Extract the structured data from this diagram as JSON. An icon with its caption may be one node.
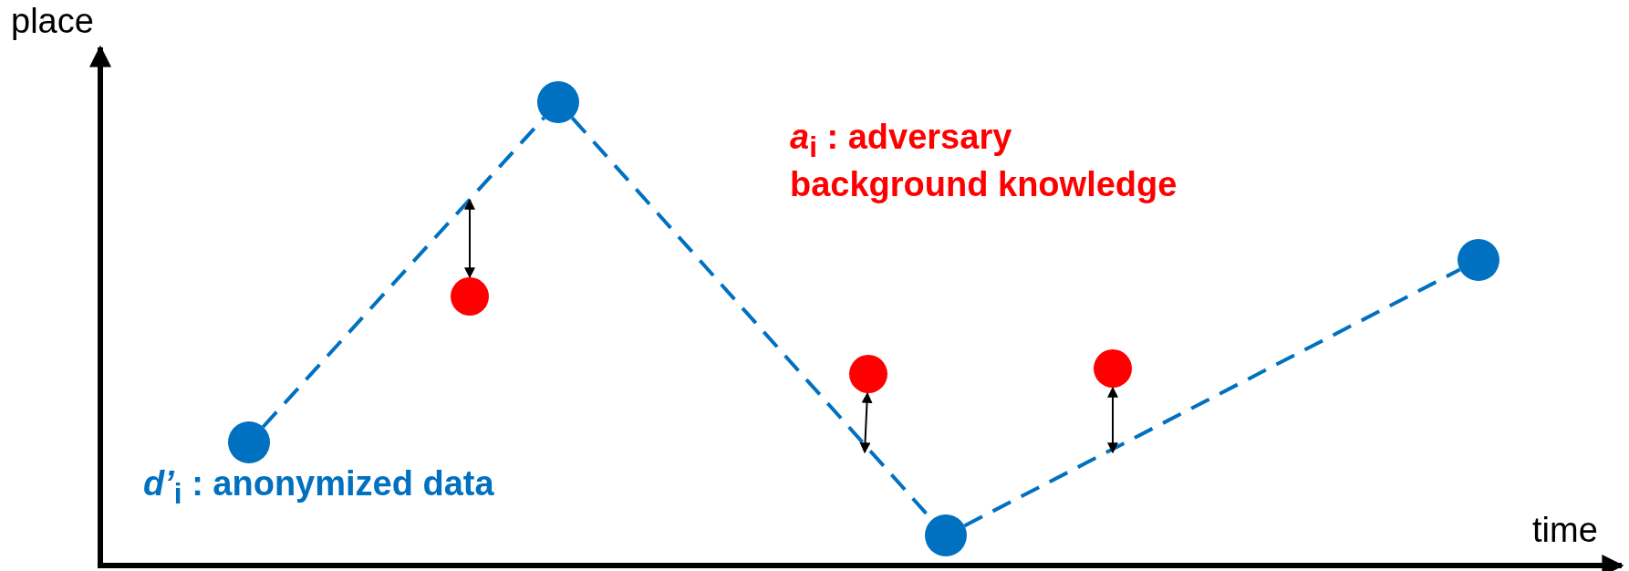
{
  "diagram": {
    "nodes": [
      {
        "text": [],
        "shape": "circle"
      },
      {
        "text": [],
        "shape": "circle"
      },
      {
        "text": [],
        "shape": "circle"
      },
      {
        "text": [],
        "shape": "circle"
      },
      {
        "text": [],
        "shape": "circle"
      },
      {
        "text": [],
        "shape": "circle"
      },
      {
        "text": [],
        "shape": "circle"
      }
    ],
    "edges": [
      {
        "from": 0,
        "to": 2,
        "arrow": "none",
        "style": "dashed"
      },
      {
        "from": 2,
        "to": 4,
        "arrow": "none",
        "style": "dashed"
      },
      {
        "from": 4,
        "to": 6,
        "arrow": "none",
        "style": "dashed"
      },
      {
        "from": 1,
        "to": null,
        "arrow": "both",
        "color": "#000000"
      },
      {
        "from": 3,
        "to": null,
        "arrow": "both",
        "color": "#000000"
      },
      {
        "from": 5,
        "to": null,
        "arrow": "both",
        "color": "#000000"
      }
    ],
    "labels": [
      "place",
      "*a*$_{i}$ : adversary background knowledge",
      "*d’*$_{i}$ : anonymized data",
      "time"
    ]
  }
}
